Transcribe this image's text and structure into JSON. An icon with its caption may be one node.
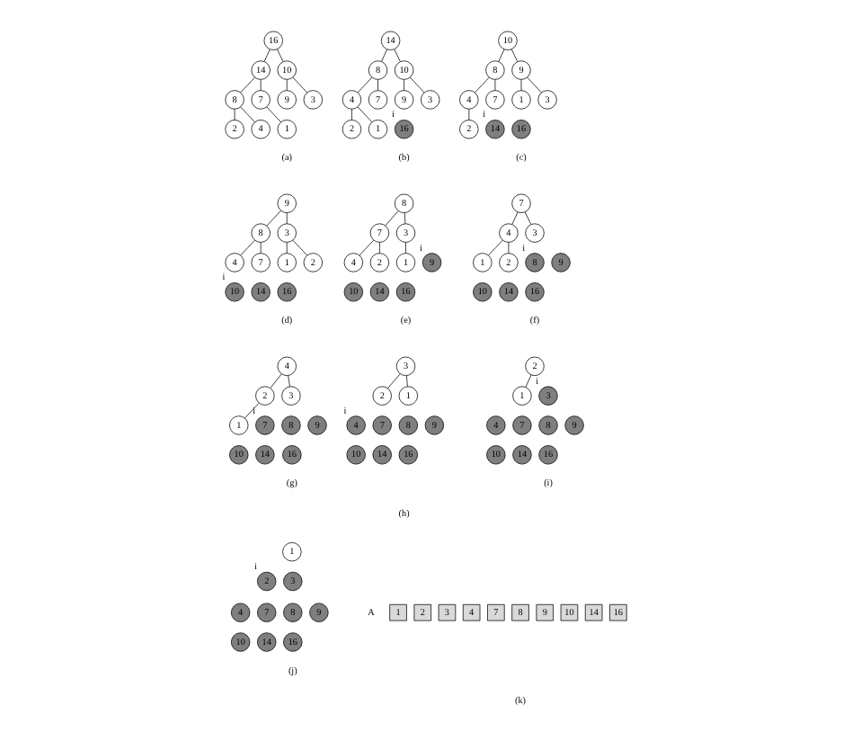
{
  "diagram": {
    "nodes": [
      {
        "text": [
          "16"
        ]
      },
      {
        "text": [
          "14"
        ]
      },
      {
        "text": [
          "10"
        ]
      },
      {
        "text": [
          "8"
        ]
      },
      {
        "text": [
          "7"
        ]
      },
      {
        "text": [
          "9"
        ]
      },
      {
        "text": [
          "3"
        ]
      },
      {
        "text": [
          "2"
        ]
      },
      {
        "text": [
          "4"
        ]
      },
      {
        "text": [
          "1"
        ]
      },
      {
        "text": [
          "14"
        ]
      },
      {
        "text": [
          "8"
        ]
      },
      {
        "text": [
          "10"
        ]
      },
      {
        "text": [
          "4"
        ]
      },
      {
        "text": [
          "7"
        ]
      },
      {
        "text": [
          "9"
        ]
      },
      {
        "text": [
          "3"
        ]
      },
      {
        "text": [
          "2"
        ]
      },
      {
        "text": [
          "1"
        ]
      },
      {
        "text": [
          "16"
        ],
        "beside": [
          "i"
        ]
      },
      {
        "text": [
          "10"
        ]
      },
      {
        "text": [
          "8"
        ]
      },
      {
        "text": [
          "9"
        ]
      },
      {
        "text": [
          "4"
        ]
      },
      {
        "text": [
          "7"
        ]
      },
      {
        "text": [
          "1"
        ]
      },
      {
        "text": [
          "3"
        ]
      },
      {
        "text": [
          "2"
        ]
      },
      {
        "text": [
          "14"
        ],
        "beside": [
          "i"
        ]
      },
      {
        "text": [
          "16"
        ]
      },
      {
        "text": [
          "9"
        ]
      },
      {
        "text": [
          "8"
        ]
      },
      {
        "text": [
          "3"
        ]
      },
      {
        "text": [
          "4"
        ]
      },
      {
        "text": [
          "7"
        ]
      },
      {
        "text": [
          "1"
        ]
      },
      {
        "text": [
          "2"
        ]
      },
      {
        "text": [
          "10"
        ],
        "beside": [
          "i"
        ]
      },
      {
        "text": [
          "14"
        ]
      },
      {
        "text": [
          "16"
        ]
      },
      {
        "text": [
          "8"
        ]
      },
      {
        "text": [
          "7"
        ]
      },
      {
        "text": [
          "3"
        ]
      },
      {
        "text": [
          "4"
        ]
      },
      {
        "text": [
          "2"
        ]
      },
      {
        "text": [
          "1"
        ]
      },
      {
        "text": [
          "9"
        ],
        "beside": [
          "i"
        ]
      },
      {
        "text": [
          "10"
        ]
      },
      {
        "text": [
          "14"
        ]
      },
      {
        "text": [
          "16"
        ]
      },
      {
        "text": [
          "7"
        ]
      },
      {
        "text": [
          "4"
        ]
      },
      {
        "text": [
          "3"
        ]
      },
      {
        "text": [
          "1"
        ]
      },
      {
        "text": [
          "2"
        ]
      },
      {
        "text": [
          "8"
        ],
        "beside": [
          "i"
        ]
      },
      {
        "text": [
          "9"
        ]
      },
      {
        "text": [
          "10"
        ]
      },
      {
        "text": [
          "14"
        ]
      },
      {
        "text": [
          "16"
        ]
      },
      {
        "text": [
          "4"
        ]
      },
      {
        "text": [
          "2"
        ]
      },
      {
        "text": [
          "3"
        ]
      },
      {
        "text": [
          "1"
        ]
      },
      {
        "text": [
          "7"
        ],
        "beside": [
          "i"
        ]
      },
      {
        "text": [
          "8"
        ]
      },
      {
        "text": [
          "9"
        ]
      },
      {
        "text": [
          "10"
        ]
      },
      {
        "text": [
          "14"
        ]
      },
      {
        "text": [
          "16"
        ]
      },
      {
        "text": [
          "3"
        ]
      },
      {
        "text": [
          "2"
        ]
      },
      {
        "text": [
          "1"
        ]
      },
      {
        "text": [
          "4"
        ],
        "beside": [
          "i"
        ]
      },
      {
        "text": [
          "7"
        ]
      },
      {
        "text": [
          "8"
        ]
      },
      {
        "text": [
          "9"
        ]
      },
      {
        "text": [
          "10"
        ]
      },
      {
        "text": [
          "14"
        ]
      },
      {
        "text": [
          "16"
        ]
      },
      {
        "text": [
          "2"
        ]
      },
      {
        "text": [
          "1"
        ]
      },
      {
        "text": [
          "3"
        ],
        "beside": [
          "i"
        ]
      },
      {
        "text": [
          "4"
        ]
      },
      {
        "text": [
          "7"
        ]
      },
      {
        "text": [
          "8"
        ]
      },
      {
        "text": [
          "9"
        ]
      },
      {
        "text": [
          "10"
        ]
      },
      {
        "text": [
          "14"
        ]
      },
      {
        "text": [
          "16"
        ]
      },
      {
        "text": [
          "1"
        ]
      },
      {
        "text": [
          "2"
        ],
        "beside": [
          "i"
        ]
      },
      {
        "text": [
          "3"
        ]
      },
      {
        "text": [
          "4"
        ]
      },
      {
        "text": [
          "7"
        ]
      },
      {
        "text": [
          "8"
        ]
      },
      {
        "text": [
          "9"
        ]
      },
      {
        "text": [
          "10"
        ]
      },
      {
        "text": [
          "14"
        ]
      },
      {
        "text": [
          "16"
        ]
      },
      {
        "text": [
          "1"
        ]
      },
      {
        "text": [
          "2"
        ]
      },
      {
        "text": [
          "3"
        ]
      },
      {
        "text": [
          "4"
        ]
      },
      {
        "text": [
          "7"
        ]
      },
      {
        "text": [
          "8"
        ]
      },
      {
        "text": [
          "9"
        ]
      },
      {
        "text": [
          "10"
        ]
      },
      {
        "text": [
          "14"
        ]
      },
      {
        "text": [
          "16"
        ]
      }
    ],
    "edges": [
      {
        "from": 0,
        "to": 1,
        "arrow": "none"
      },
      {
        "from": 0,
        "to": 2,
        "arrow": "none"
      },
      {
        "from": 1,
        "to": 3,
        "arrow": "none"
      },
      {
        "from": 1,
        "to": 4,
        "arrow": "none"
      },
      {
        "from": 2,
        "to": 5,
        "arrow": "none"
      },
      {
        "from": 2,
        "to": 6,
        "arrow": "none"
      },
      {
        "from": 3,
        "to": 7,
        "arrow": "none"
      },
      {
        "from": 3,
        "to": 8,
        "arrow": "none"
      },
      {
        "from": 4,
        "to": 9,
        "arrow": "none"
      },
      {
        "from": 10,
        "to": 11,
        "arrow": "none"
      },
      {
        "from": 10,
        "to": 12,
        "arrow": "none"
      },
      {
        "from": 11,
        "to": 13,
        "arrow": "none"
      },
      {
        "from": 11,
        "to": 14,
        "arrow": "none"
      },
      {
        "from": 12,
        "to": 15,
        "arrow": "none"
      },
      {
        "from": 12,
        "to": 16,
        "arrow": "none"
      },
      {
        "from": 13,
        "to": 17,
        "arrow": "none"
      },
      {
        "from": 13,
        "to": 18,
        "arrow": "none"
      },
      {
        "from": 20,
        "to": 21,
        "arrow": "none"
      },
      {
        "from": 20,
        "to": 22,
        "arrow": "none"
      },
      {
        "from": 21,
        "to": 23,
        "arrow": "none"
      },
      {
        "from": 21,
        "to": 24,
        "arrow": "none"
      },
      {
        "from": 22,
        "to": 25,
        "arrow": "none"
      },
      {
        "from": 22,
        "to": 26,
        "arrow": "none"
      },
      {
        "from": 23,
        "to": 27,
        "arrow": "none"
      },
      {
        "from": 30,
        "to": 31,
        "arrow": "none"
      },
      {
        "from": 30,
        "to": 32,
        "arrow": "none"
      },
      {
        "from": 31,
        "to": 33,
        "arrow": "none"
      },
      {
        "from": 31,
        "to": 34,
        "arrow": "none"
      },
      {
        "from": 32,
        "to": 35,
        "arrow": "none"
      },
      {
        "from": 32,
        "to": 36,
        "arrow": "none"
      },
      {
        "from": 40,
        "to": 41,
        "arrow": "none"
      },
      {
        "from": 40,
        "to": 42,
        "arrow": "none"
      },
      {
        "from": 41,
        "to": 43,
        "arrow": "none"
      },
      {
        "from": 41,
        "to": 44,
        "arrow": "none"
      },
      {
        "from": 42,
        "to": 45,
        "arrow": "none"
      },
      {
        "from": 50,
        "to": 51,
        "arrow": "none"
      },
      {
        "from": 50,
        "to": 52,
        "arrow": "none"
      },
      {
        "from": 51,
        "to": 53,
        "arrow": "none"
      },
      {
        "from": 51,
        "to": 54,
        "arrow": "none"
      },
      {
        "from": 60,
        "to": 61,
        "arrow": "none"
      },
      {
        "from": 60,
        "to": 62,
        "arrow": "none"
      },
      {
        "from": 61,
        "to": 63,
        "arrow": "none"
      },
      {
        "from": 70,
        "to": 71,
        "arrow": "none"
      },
      {
        "from": 70,
        "to": 72,
        "arrow": "none"
      },
      {
        "from": 80,
        "to": 81,
        "arrow": "none"
      }
    ],
    "labels": [
      "(a)",
      "(b)",
      "(c)",
      "(d)",
      "(e)",
      "(f)",
      "(g)",
      "(h)",
      "(i)",
      "A",
      "(j)",
      "(k)"
    ]
  }
}
